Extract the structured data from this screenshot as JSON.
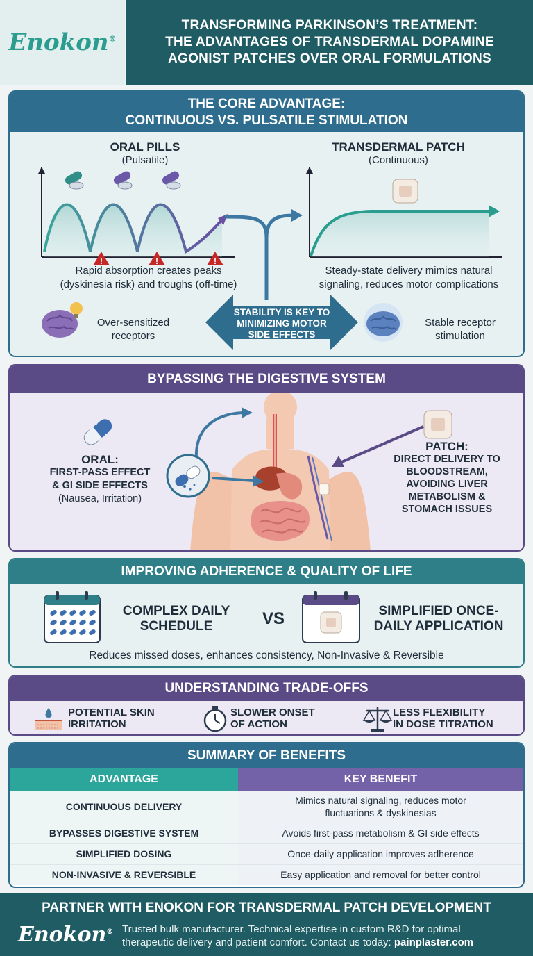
{
  "header": {
    "logo": "Enokon",
    "logo_mark": "®",
    "title_line1": "TRANSFORMING PARKINSON’S TREATMENT:",
    "title_line2": "THE ADVANTAGES OF TRANSDERMAL DOPAMINE",
    "title_line3": "AGONIST PATCHES OVER ORAL FORMULATIONS"
  },
  "core": {
    "heading_line1": "THE CORE ADVANTAGE:",
    "heading_line2": "CONTINUOUS VS. PULSATILE STIMULATION",
    "oral_title": "ORAL PILLS",
    "oral_sub": "(Pulsatile)",
    "oral_caption_line1": "Rapid absorption creates peaks",
    "oral_caption_line2": "(dyskinesia risk) and troughs (off-time)",
    "patch_title": "TRANSDERMAL PATCH",
    "patch_sub": "(Continuous)",
    "patch_caption_line1": "Steady-state delivery mimics natural",
    "patch_caption_line2": "signaling, reduces motor complications",
    "stability_line1": "STABILITY IS KEY TO",
    "stability_line2": "MINIMIZING MOTOR",
    "stability_line3": "SIDE EFFECTS",
    "left_brain_line1": "Over-sensitized",
    "left_brain_line2": "receptors",
    "right_brain_line1": "Stable receptor",
    "right_brain_line2": "stimulation"
  },
  "digestive": {
    "heading": "BYPASSING THE DIGESTIVE SYSTEM",
    "oral_title": "ORAL:",
    "oral_line1": "FIRST-PASS EFFECT",
    "oral_line2": "& GI SIDE EFFECTS",
    "oral_line3": "(Nausea, Irritation)",
    "patch_title": "PATCH:",
    "patch_line1": "DIRECT DELIVERY TO",
    "patch_line2": "BLOODSTREAM,",
    "patch_line3": "AVOIDING LIVER",
    "patch_line4": "METABOLISM &",
    "patch_line5": "STOMACH ISSUES"
  },
  "adherence": {
    "heading": "IMPROVING ADHERENCE & QUALITY OF LIFE",
    "left_line1": "COMPLEX DAILY",
    "left_line2": "SCHEDULE",
    "vs": "VS",
    "right_line1": "SIMPLIFIED ONCE-",
    "right_line2": "DAILY APPLICATION",
    "caption": "Reduces missed doses, enhances consistency, Non-Invasive & Reversible"
  },
  "tradeoffs": {
    "heading": "UNDERSTANDING TRADE-OFFS",
    "items": [
      {
        "line1": "POTENTIAL SKIN",
        "line2": "IRRITATION"
      },
      {
        "line1": "SLOWER ONSET",
        "line2": "OF ACTION"
      },
      {
        "line1": "LESS FLEXIBILITY",
        "line2": "IN DOSE TITRATION"
      }
    ]
  },
  "summary": {
    "heading": "SUMMARY OF BENEFITS",
    "col1": "ADVANTAGE",
    "col2": "KEY BENEFIT",
    "rows": [
      {
        "advantage": "CONTINUOUS DELIVERY",
        "benefit_line1": "Mimics natural signaling, reduces motor",
        "benefit_line2": "fluctuations & dyskinesias"
      },
      {
        "advantage": "BYPASSES DIGESTIVE SYSTEM",
        "benefit_line1": "Avoids first-pass metabolism & GI side effects",
        "benefit_line2": ""
      },
      {
        "advantage": "SIMPLIFIED DOSING",
        "benefit_line1": "Once-daily application improves adherence",
        "benefit_line2": ""
      },
      {
        "advantage": "NON-INVASIVE & REVERSIBLE",
        "benefit_line1": "Easy application and removal for better control",
        "benefit_line2": ""
      }
    ]
  },
  "footer": {
    "title": "PARTNER WITH ENOKON FOR TRANSDERMAL PATCH DEVELOPMENT",
    "logo": "Enokon",
    "logo_mark": "®",
    "text_line1": "Trusted bulk manufacturer. Technical expertise in custom R&D for optimal",
    "text_line2": "therapeutic delivery and patient comfort. Contact us today:",
    "website": "painplaster.com"
  },
  "colors": {
    "teal_dark": "#1f5c63",
    "blue_section": "#2e6d8e",
    "purple_section": "#5a4a86",
    "teal_accent": "#2ca69a",
    "purple_accent": "#7462a8",
    "warning_red": "#c62828"
  }
}
